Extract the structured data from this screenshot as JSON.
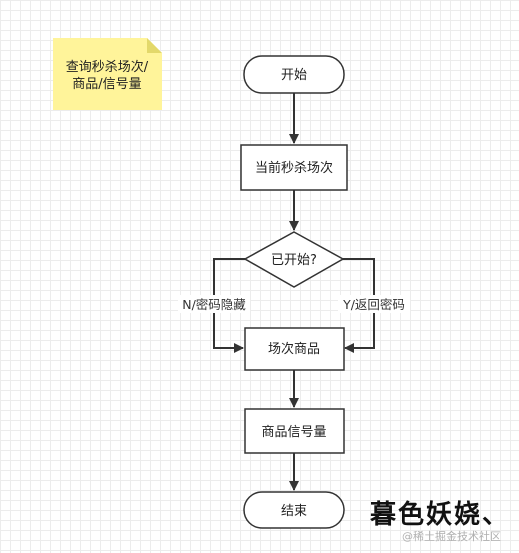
{
  "note": {
    "line1": "查询秒杀场次/",
    "line2": "商品/信号量"
  },
  "nodes": {
    "start": "开始",
    "current_session": "当前秒杀场次",
    "decision": "已开始?",
    "session_products": "场次商品",
    "product_semaphore": "商品信号量",
    "end": "结束"
  },
  "edges": {
    "no_label": "N/密码隐藏",
    "yes_label": "Y/返回密码"
  },
  "signature": "暮色妖娆、",
  "watermark": "@稀土掘金技术社区"
}
